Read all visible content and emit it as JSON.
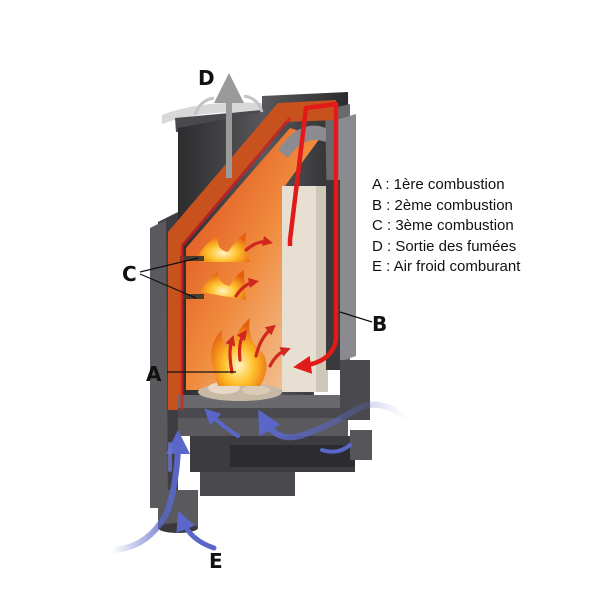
{
  "labels": {
    "d": "D",
    "b": "B",
    "c": "C",
    "a": "A",
    "e": "E"
  },
  "legend": [
    "A : 1ère combustion",
    "B : 2ème combustion",
    "C : 3ème combustion",
    "D : Sortie des fumées",
    "E : Air froid comburant"
  ],
  "colors": {
    "hot_air": "#e21a1a",
    "cold_air": "#5a66c8",
    "smoke": "#9a9a9a",
    "steel": "#3a3a3c",
    "refractory": "#e4ddd0",
    "flame": "#ffb21c"
  }
}
